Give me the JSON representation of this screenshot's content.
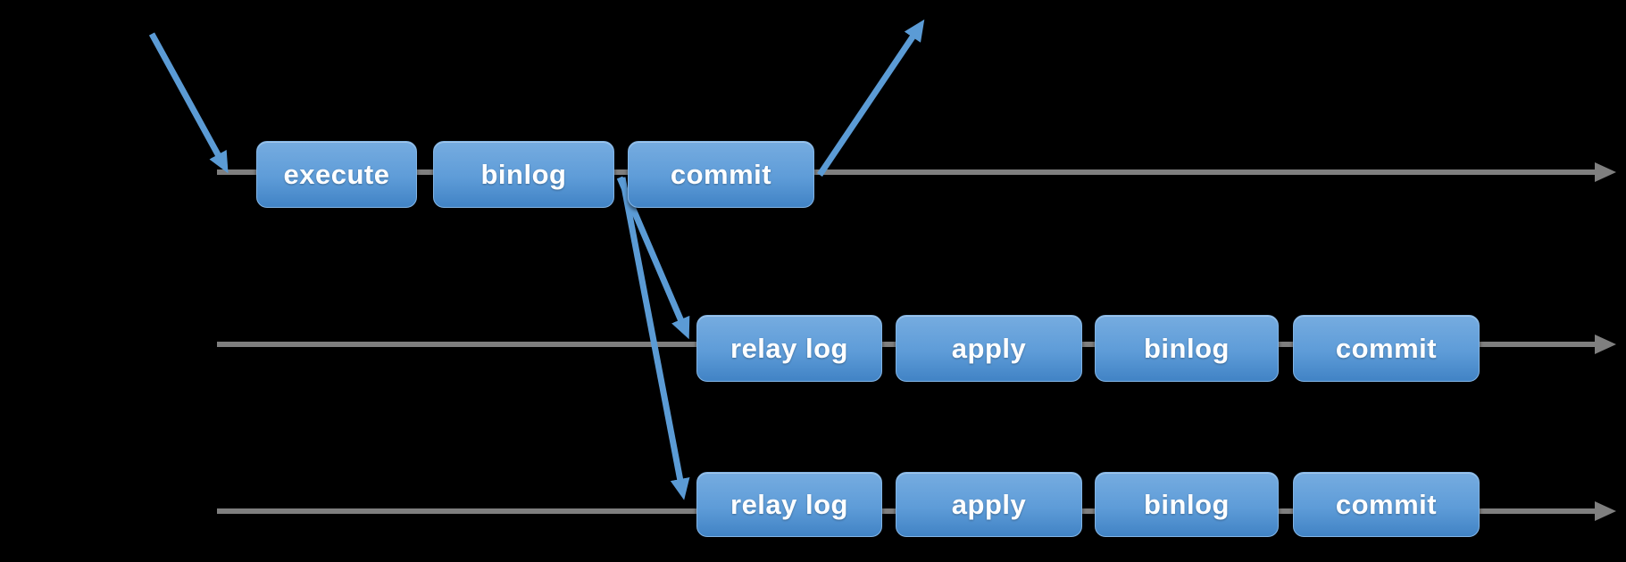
{
  "diagram": {
    "type": "replication-flow-diagram",
    "background_color": "#000000",
    "node_fill_top": "#76ace0",
    "node_fill_bottom": "#4183c5",
    "node_text_color": "#ffffff",
    "timeline_color": "#7f7f7f",
    "arrow_color": "#5b9bd5",
    "rows": [
      {
        "name": "timeline-1",
        "nodes": [
          {
            "label": "execute"
          },
          {
            "label": "binlog"
          },
          {
            "label": "commit"
          }
        ]
      },
      {
        "name": "timeline-2",
        "nodes": [
          {
            "label": "relay log"
          },
          {
            "label": "apply"
          },
          {
            "label": "binlog"
          },
          {
            "label": "commit"
          }
        ]
      },
      {
        "name": "timeline-3",
        "nodes": [
          {
            "label": "relay log"
          },
          {
            "label": "apply"
          },
          {
            "label": "binlog"
          },
          {
            "label": "commit"
          }
        ]
      }
    ],
    "arrows": [
      {
        "name": "incoming-request-arrow"
      },
      {
        "name": "outgoing-ack-arrow"
      },
      {
        "name": "dispatch-arrow-to-timeline-2"
      },
      {
        "name": "dispatch-arrow-to-timeline-3"
      }
    ]
  }
}
